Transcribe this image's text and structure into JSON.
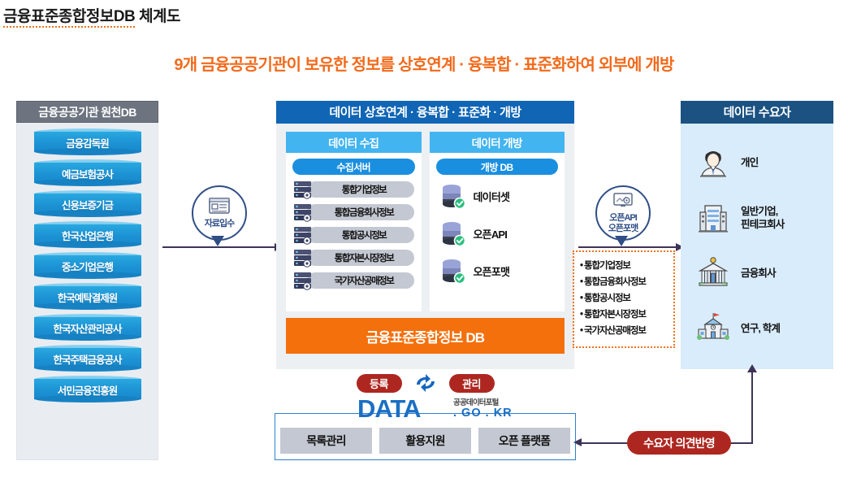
{
  "title": {
    "underlined": "금융표준종합정보DB",
    "rest": " 체계도"
  },
  "subtitle": "9개 금융공공기관이 보유한 정보를  상호연계 · 융복합 · 표준화하여 외부에 개방",
  "colors": {
    "title_text": "#1a1a1a",
    "title_underline": "#e8731c",
    "subtitle": "#f26a1b",
    "left_header": "#6d7480",
    "left_panel_bg": "#e9edf1",
    "db_cylinder": "#1d93d4",
    "center_header": "#1065b5",
    "center_panel_bg": "#edf0f3",
    "sub_header": "#42b4f0",
    "pill": "#1a8fe0",
    "orange_db": "#f4700d",
    "right_header": "#1b5282",
    "right_panel_bg": "#d9ecfb",
    "badge_red": "#ad2720",
    "dashed_orange": "#f2731c",
    "arrow": "#3e3358",
    "datago_blue": "#1a6fc4",
    "circle_badge": "#2f4e86"
  },
  "left_panel": {
    "header": "금융공공기관 원천DB",
    "institutions": [
      "금융감독원",
      "예금보험공사",
      "신용보증기금",
      "한국산업은행",
      "중소기업은행",
      "한국예탁결제원",
      "한국자산관리공사",
      "한국주택금융공사",
      "서민금융진흥원"
    ]
  },
  "ingest_badge": {
    "label": "자료입수",
    "icon": "document-article-icon"
  },
  "center_panel": {
    "header": "데이터 상호연계 · 융복합 · 표준화 · 개방",
    "collect": {
      "header": "데이터 수집",
      "pill": "수집서버",
      "items": [
        "통합기업정보",
        "통합금융회사정보",
        "통합공시정보",
        "통합자본시장정보",
        "국가자산공매정보"
      ]
    },
    "open": {
      "header": "데이터 개방",
      "pill": "개방 DB",
      "items": [
        "데이터셋",
        "오픈API",
        "오픈포맷"
      ]
    },
    "orange_db": "금융표준종합정보 DB"
  },
  "cycle": {
    "left_badge": "등록",
    "right_badge": "관리",
    "icon": "refresh-cycle-icon"
  },
  "datago": {
    "wordmark": "DATA",
    "korean": "공공데이터포털",
    "domain": ". GO . KR",
    "buttons": [
      "목록관리",
      "활용지원",
      "오픈 플랫폼"
    ]
  },
  "openapi_badge": {
    "line1": "오픈API",
    "line2": "오픈포맷",
    "icon": "monitor-gear-icon"
  },
  "dashed_list": [
    "통합기업정보",
    "통합금융회사정보",
    "통합공시정보",
    "통합자본시장정보",
    "국가자산공매정보"
  ],
  "right_panel": {
    "header": "데이터 수요자",
    "consumers": [
      {
        "label": "개인",
        "icon": "person-icon"
      },
      {
        "label": "일반기업,\n핀테크회사",
        "label_line1": "일반기업,",
        "label_line2": "핀테크회사",
        "icon": "office-building-icon"
      },
      {
        "label": "금융회사",
        "icon": "bank-icon"
      },
      {
        "label": "연구, 학계",
        "icon": "school-icon"
      }
    ]
  },
  "feedback": {
    "label": "수요자 의견반영"
  }
}
